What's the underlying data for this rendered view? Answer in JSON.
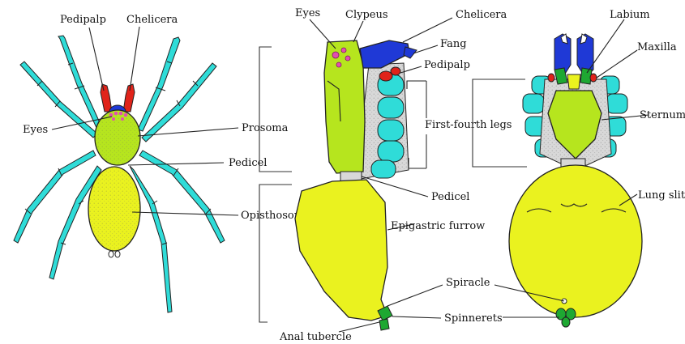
{
  "colors": {
    "cephalothorax": "#b6e51e",
    "abdomen": "#eaf21f",
    "legs": "#2fdcd8",
    "chelicera": "#1f39d6",
    "pedipalp_red": "#e0231a",
    "eyes": "#e24fb0",
    "spinnerets": "#1ea832",
    "membrane": "#d8d8d8"
  },
  "labels": {
    "pedipalp_left": "Pedipalp",
    "chelicera_left": "Chelicera",
    "eyes_left": "Eyes",
    "prosoma": "Prosoma",
    "pedicel_left": "Pedicel",
    "opisthosoma": "Opisthosoma",
    "eyes_mid": "Eyes",
    "clypeus": "Clypeus",
    "chelicera_mid": "Chelicera",
    "fang": "Fang",
    "pedipalp_mid": "Pedipalp",
    "first_fourth_legs": "First-fourth legs",
    "pedicel_mid": "Pedicel",
    "epigastric_furrow": "Epigastric furrow",
    "spiracle": "Spiracle",
    "spinnerets": "Spinnerets",
    "anal_tubercle": "Anal tubercle",
    "labium": "Labium",
    "maxilla": "Maxilla",
    "sternum": "Sternum",
    "lung_slit": "Lung slit"
  }
}
